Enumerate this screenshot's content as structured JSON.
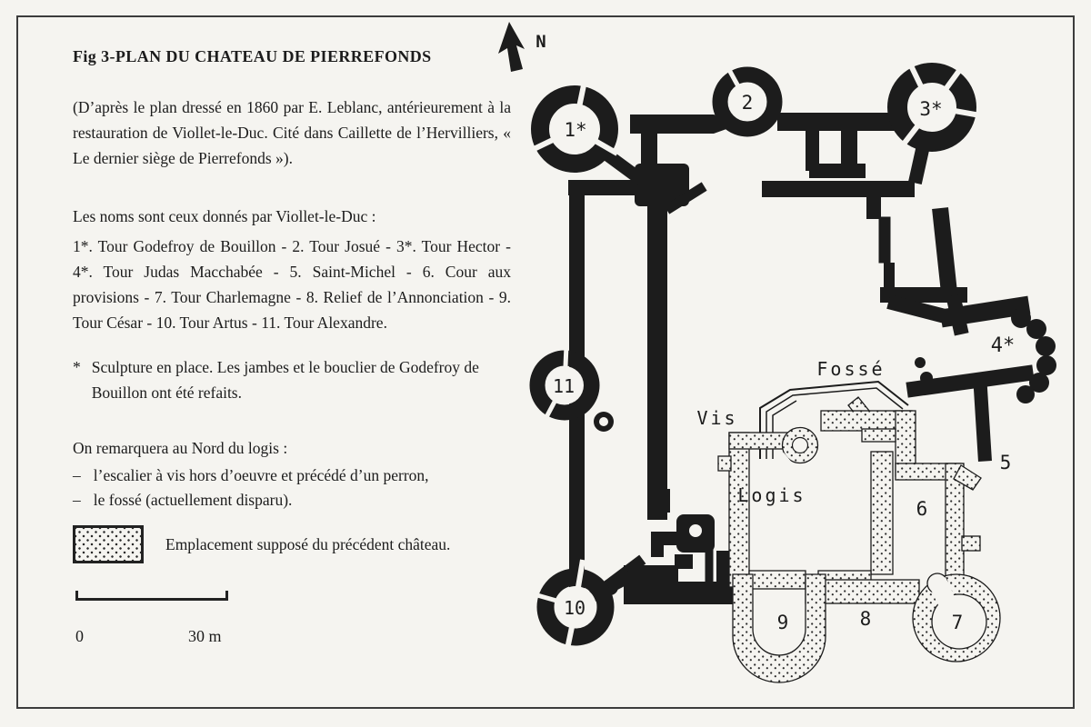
{
  "figure": {
    "title": "Fig 3-PLAN DU CHATEAU DE PIERREFONDS",
    "credit": "(D’après le plan dressé en 1860 par E. Leblanc, antérieurement à la restauration de Viollet-le-Duc. Cité dans Caillette de l’Hervilliers, « Le dernier siège de Pierrefonds »).",
    "names_intro": "Les noms sont ceux donnés par Viollet-le-Duc :",
    "names_list": "1*. Tour Godefroy de Bouillon - 2. Tour Josué - 3*. Tour Hector - 4*. Tour Judas Macchabée - 5. Saint-Michel - 6. Cour aux provisions - 7. Tour Charlemagne - 8. Relief de l’Annonciation - 9. Tour César - 10. Tour Artus - 11. Tour Alexandre.",
    "footnote_marker": "*",
    "footnote_text": "Sculpture en place. Les jambes et le bouclier de Godefroy de Bouillon ont été refaits.",
    "note_intro": "On remarquera au Nord du logis :",
    "dash": "–",
    "note_items": [
      "l’escalier à vis hors d’oeuvre et précédé d’un perron,",
      "le fossé (actuellement disparu)."
    ],
    "legend_label": "Emplacement supposé du précédent château.",
    "scale_zero": "0",
    "scale_end": "30 m"
  },
  "plan": {
    "north_label": "N",
    "labels": {
      "t1": "1*",
      "t2": "2",
      "t3": "3*",
      "t4": "4*",
      "t5": "5",
      "t6": "6",
      "t7": "7",
      "t8": "8",
      "t9": "9",
      "t10": "10",
      "t11": "11",
      "fosse": "Fossé",
      "vis": "Vis",
      "logis": "Logis"
    }
  },
  "colors": {
    "ink": "#1c1c1c",
    "paper": "#f5f4f0"
  }
}
